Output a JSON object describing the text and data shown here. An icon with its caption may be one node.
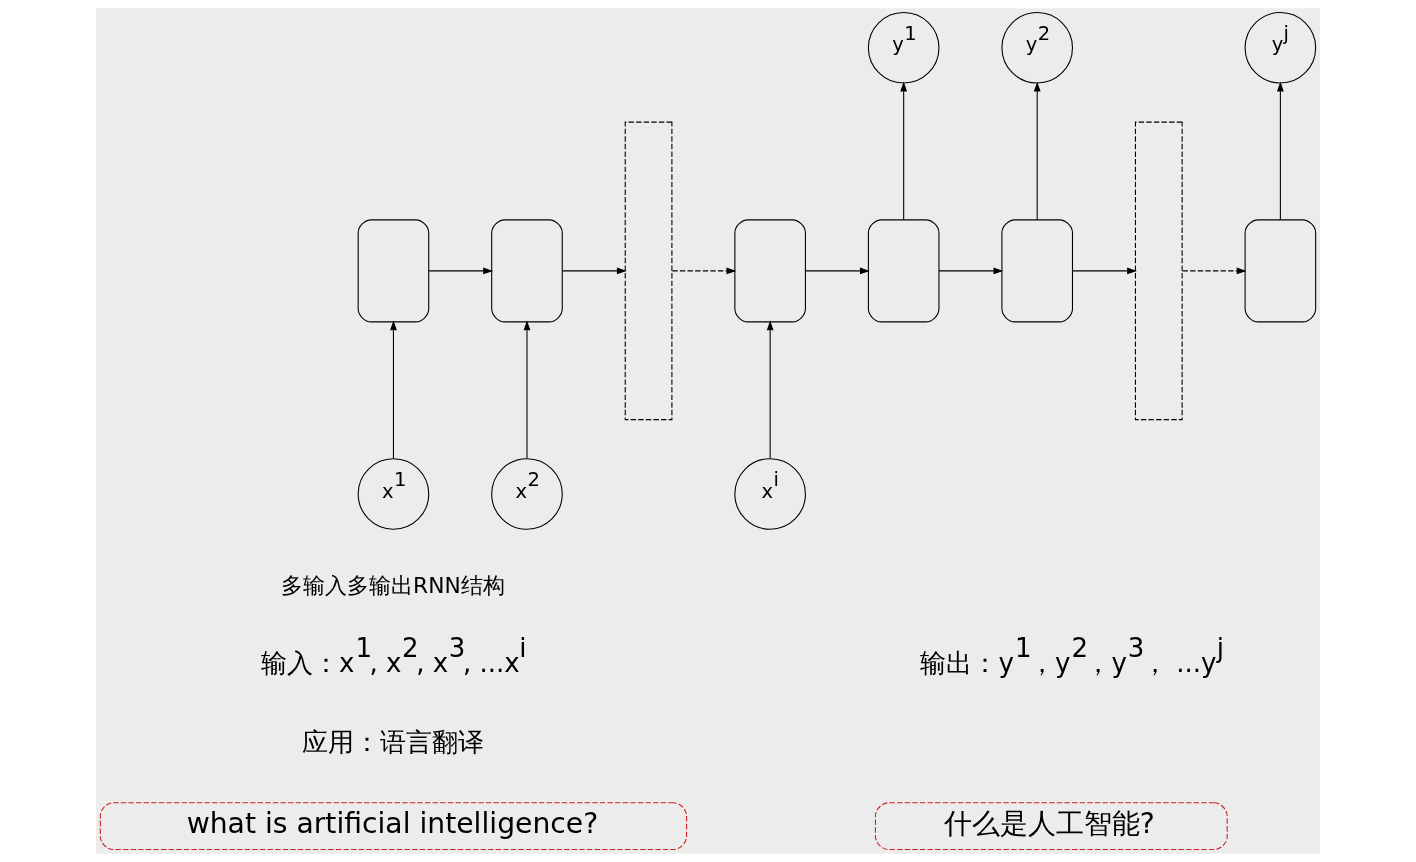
{
  "diagram": {
    "nodes": [
      {
        "text": [],
        "shape": "box"
      },
      {
        "text": [],
        "shape": "box"
      },
      {
        "text": [],
        "shape": "bar"
      },
      {
        "text": [],
        "shape": "box"
      },
      {
        "text": [],
        "shape": "box"
      },
      {
        "text": [],
        "shape": "box"
      },
      {
        "text": [],
        "shape": "bar"
      },
      {
        "text": [],
        "shape": "box"
      },
      {
        "text": [
          "x$^{1}$"
        ]
      },
      {
        "text": [
          "x$^{2}$"
        ]
      },
      {
        "text": [
          "x$^{i}$"
        ]
      },
      {
        "text": [
          "y$^{1}$"
        ]
      },
      {
        "text": [
          "y$^{2}$"
        ]
      },
      {
        "text": [
          "y$^{j}$"
        ]
      },
      {
        "text": [
          "what is artificial intelligence?"
        ]
      },
      {
        "text": [
          "什么是人工智能?"
        ]
      }
    ],
    "edges": [
      {
        "from": 8,
        "to": 0,
        "arrow": "to"
      },
      {
        "from": 9,
        "to": 1,
        "arrow": "to"
      },
      {
        "from": 0,
        "to": 1,
        "arrow": "to"
      },
      {
        "from": 1,
        "to": 2,
        "arrow": "to"
      },
      {
        "from": 2,
        "to": 3,
        "arrow": "to",
        "style": "dashed"
      },
      {
        "from": 10,
        "to": 3,
        "arrow": "to"
      },
      {
        "from": 3,
        "to": 4,
        "arrow": "to"
      },
      {
        "from": 4,
        "to": 11,
        "arrow": "to"
      },
      {
        "from": 4,
        "to": 5,
        "arrow": "to"
      },
      {
        "from": 5,
        "to": 12,
        "arrow": "to"
      },
      {
        "from": 5,
        "to": 6,
        "arrow": "to"
      },
      {
        "from": 6,
        "to": 7,
        "arrow": "to",
        "style": "dashed"
      },
      {
        "from": 7,
        "to": 13,
        "arrow": "to"
      }
    ],
    "labels": [
      "多输入多输出RNN结构",
      "输入：x$^{1}$, x$^{2}$, x$^{3}$, ...x$^{i}$",
      "输出：y$^{1}$，y$^{2}$，y$^{3}$， ...y$^{j}$",
      "应用：语言翻译"
    ]
  }
}
